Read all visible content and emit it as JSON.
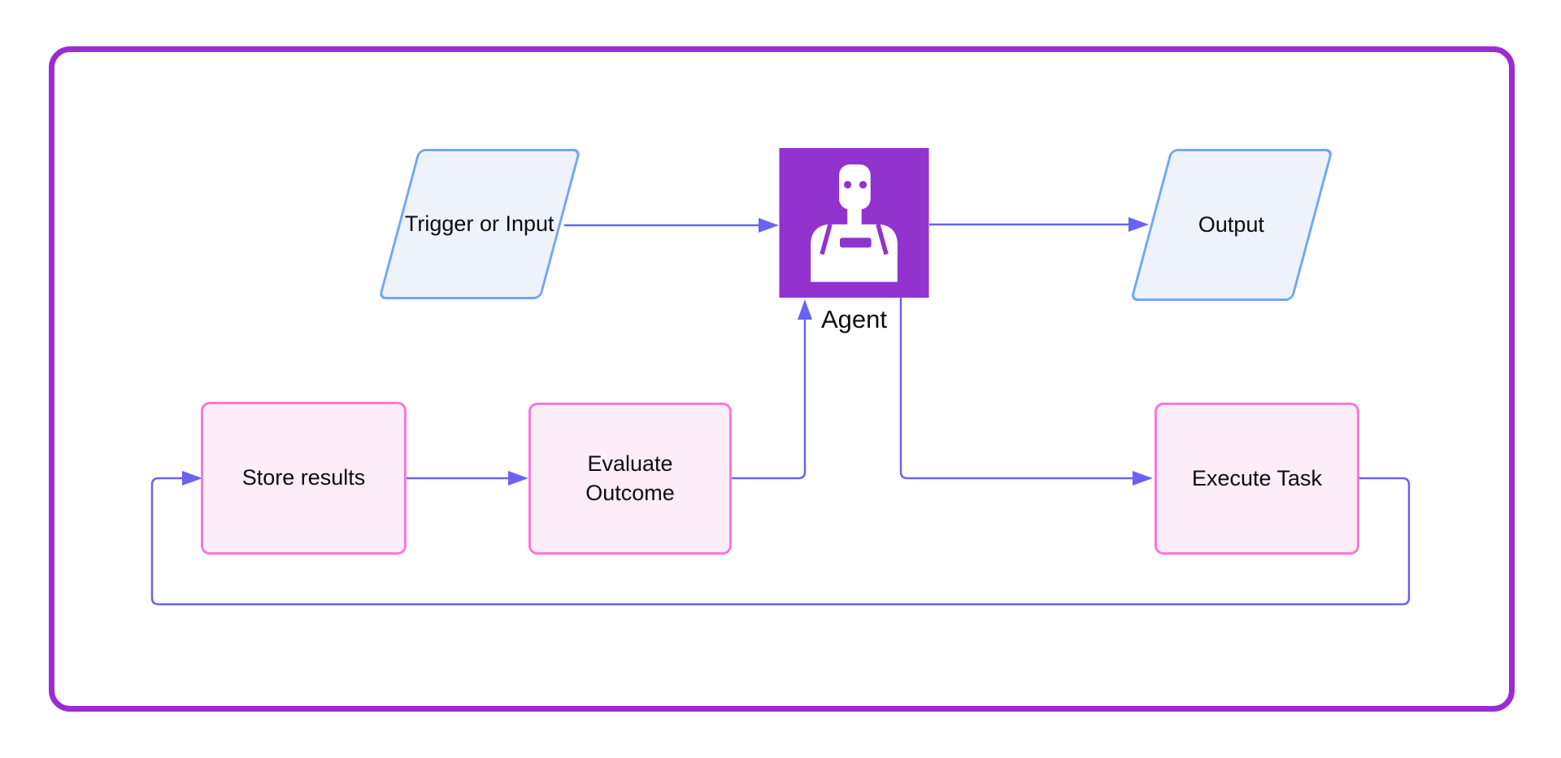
{
  "diagram": {
    "type": "flowchart",
    "nodes": {
      "trigger": {
        "label": "Trigger or Input",
        "shape": "parallelogram"
      },
      "agent": {
        "label": "Agent",
        "shape": "icon",
        "icon": "robot-icon"
      },
      "output": {
        "label": "Output",
        "shape": "parallelogram"
      },
      "store": {
        "label": "Store results",
        "shape": "process"
      },
      "evaluate": {
        "label": "Evaluate Outcome",
        "shape": "process"
      },
      "execute": {
        "label": "Execute Task",
        "shape": "process"
      }
    },
    "edges": [
      {
        "from": "trigger",
        "to": "agent"
      },
      {
        "from": "agent",
        "to": "output"
      },
      {
        "from": "store",
        "to": "evaluate"
      },
      {
        "from": "evaluate",
        "to": "agent"
      },
      {
        "from": "agent",
        "to": "execute"
      },
      {
        "from": "execute",
        "to": "store"
      }
    ],
    "colors": {
      "canvas_border": "#9b2bd2",
      "agent_fill": "#9232cf",
      "io_border": "#72a7f3",
      "io_fill": "#edf2fb",
      "process_border": "#f678d9",
      "process_fill": "#fdedf9",
      "connector": "#6a63f2",
      "text": "#0d0d0d"
    }
  }
}
